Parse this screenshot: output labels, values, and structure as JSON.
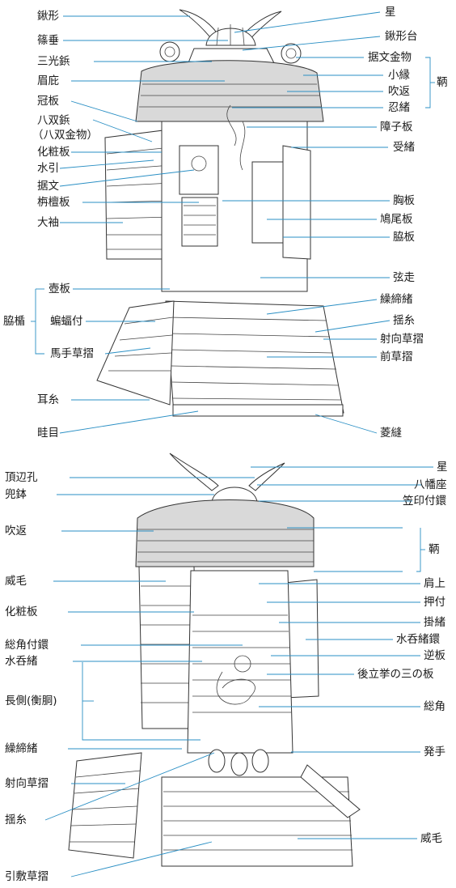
{
  "top": {
    "left": {
      "kuwagata": "鍬形",
      "shinodare": "篠垂",
      "sankobyo": "三光鋲",
      "mabisashi": "眉庇",
      "kamuriita": "冠板",
      "hassobyo": "八双鋲",
      "hassokanamono": "（八双金物）",
      "kewaiita": "化粧板",
      "mizuhiki": "水引",
      "suemon": "据文",
      "sendannoita": "栴檀板",
      "osode": "大袖",
      "waidate": "脇楯",
      "tsuboita": "壺板",
      "komorizuke": "蝙蝠付",
      "mete_kusazuri": "馬手草摺",
      "mimiito": "耳糸",
      "uneme": "畦目"
    },
    "right": {
      "hoshi": "星",
      "kuwagatadai": "鍬形台",
      "suemonkanamono": "据文金物",
      "koberi": "小縁",
      "fukikaeshi": "吹返",
      "shinobinoo": "忍緒",
      "shoji_ita": "障子板",
      "uke_o": "受緒",
      "munaita": "胸板",
      "kyubi_ita": "鳩尾板",
      "waki_ita": "脇板",
      "tsurubashiri": "弦走",
      "kurijime_o": "繰締緒",
      "yurugi_ito": "揺糸",
      "imuke_kusazuri": "射向草摺",
      "mae_kusazuri": "前草摺",
      "hishinui": "菱縫",
      "shikoro": "鞆"
    }
  },
  "bottom": {
    "left": {
      "tehen": "頂辺孔",
      "hachi": "兜鉢",
      "fukikaeshi": "吹返",
      "odoshige": "威毛",
      "kewaiita": "化粧板",
      "agemaki_kan": "総角付鐶",
      "mizunomio": "水呑緒",
      "nagagawa": "長側(衡胴)",
      "kurijime_o": "繰締緒",
      "imuke_kusazuri": "射向草摺",
      "yurugi_ito": "揺糸",
      "hikishiki_kusazuri": "引敷草摺"
    },
    "right": {
      "hoshi": "星",
      "hachimanza": "八幡座",
      "kasajirushi_kan": "笠印付鐶",
      "shikoro": "鞆",
      "watagami": "肩上",
      "oshitsuke": "押付",
      "takahimo": "掛緒",
      "mizunomio_kan": "水呑緒鐶",
      "sakaita": "逆板",
      "ushiro_tateage": "後立挙の三の板",
      "agemaki": "総角",
      "hotte": "発手",
      "odoshige": "威毛"
    }
  }
}
